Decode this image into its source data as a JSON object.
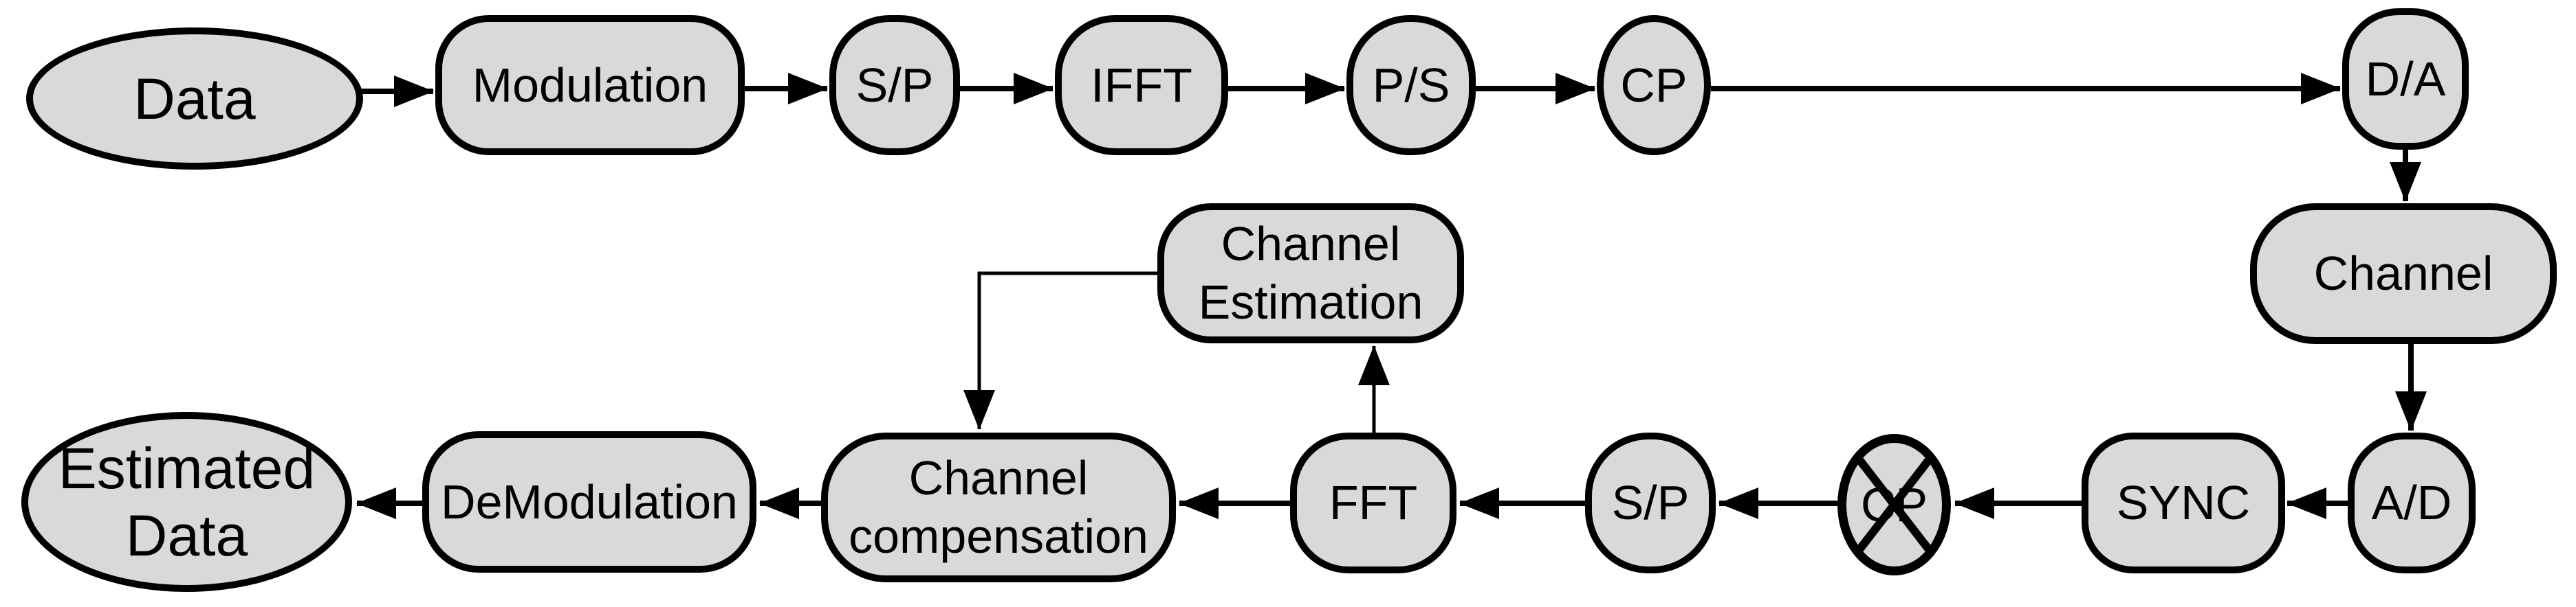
{
  "diagram_type": "block-diagram",
  "colors": {
    "node_fill": "#d9d9d9",
    "stroke": "#000000",
    "background": "#ffffff"
  },
  "nodes": {
    "data": {
      "label": "Data",
      "shape": "ellipse"
    },
    "modulation": {
      "label": "Modulation",
      "shape": "rounded-rect"
    },
    "sp_tx": {
      "label": "S/P",
      "shape": "rounded-rect"
    },
    "ifft": {
      "label": "IFFT",
      "shape": "rounded-rect"
    },
    "ps_tx": {
      "label": "P/S",
      "shape": "rounded-rect"
    },
    "cp_add": {
      "label": "CP",
      "shape": "ellipse"
    },
    "da": {
      "label": "D/A",
      "shape": "rounded-rect"
    },
    "channel": {
      "label": "Channel",
      "shape": "rounded-rect"
    },
    "ad": {
      "label": "A/D",
      "shape": "rounded-rect"
    },
    "sync": {
      "label": "SYNC",
      "shape": "rounded-rect"
    },
    "cp_remove": {
      "label": "CP",
      "shape": "ellipse-crossed"
    },
    "sp_rx": {
      "label": "S/P",
      "shape": "rounded-rect"
    },
    "fft": {
      "label": "FFT",
      "shape": "rounded-rect"
    },
    "channel_estimation": {
      "label": "Channel\nEstimation",
      "shape": "rounded-rect"
    },
    "channel_compensation": {
      "label": "Channel\ncompensation",
      "shape": "rounded-rect"
    },
    "demodulation": {
      "label": "DeModulation",
      "shape": "rounded-rect"
    },
    "estimated_data": {
      "label": "Estimated\nData",
      "shape": "ellipse"
    }
  },
  "edges": [
    {
      "from": "Data",
      "to": "Modulation"
    },
    {
      "from": "Modulation",
      "to": "S/P"
    },
    {
      "from": "S/P",
      "to": "IFFT"
    },
    {
      "from": "IFFT",
      "to": "P/S"
    },
    {
      "from": "P/S",
      "to": "CP"
    },
    {
      "from": "CP",
      "to": "D/A"
    },
    {
      "from": "D/A",
      "to": "Channel"
    },
    {
      "from": "Channel",
      "to": "A/D"
    },
    {
      "from": "A/D",
      "to": "SYNC"
    },
    {
      "from": "SYNC",
      "to": "CP (remove)"
    },
    {
      "from": "CP (remove)",
      "to": "S/P"
    },
    {
      "from": "S/P",
      "to": "FFT"
    },
    {
      "from": "FFT",
      "to": "Channel compensation"
    },
    {
      "from": "FFT",
      "to": "Channel Estimation"
    },
    {
      "from": "Channel Estimation",
      "to": "Channel compensation"
    },
    {
      "from": "Channel compensation",
      "to": "DeModulation"
    },
    {
      "from": "DeModulation",
      "to": "Estimated Data"
    }
  ]
}
